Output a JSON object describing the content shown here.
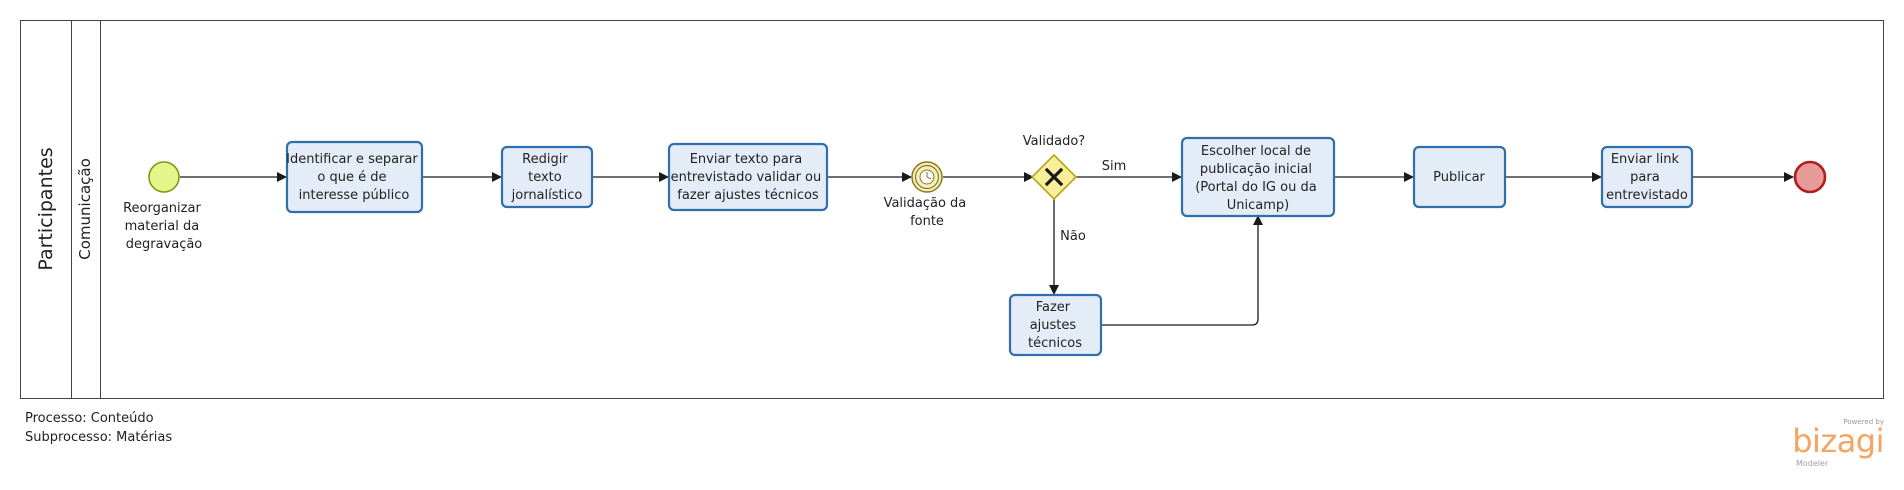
{
  "pool": {
    "label": "Participantes"
  },
  "lane": {
    "label": "Comunicação"
  },
  "start_event": {
    "label_lines": [
      "Reorganizar",
      "material da",
      "degravação"
    ]
  },
  "tasks": [
    {
      "id": "t1",
      "lines": [
        "Identificar e separar",
        "o que é de",
        "interesse público"
      ]
    },
    {
      "id": "t2",
      "lines": [
        "Redigir",
        "texto",
        "jornalístico"
      ]
    },
    {
      "id": "t3",
      "lines": [
        "Enviar texto para",
        "entrevistado validar ou",
        "fazer ajustes técnicos"
      ]
    },
    {
      "id": "t4",
      "lines": [
        "Escolher local de",
        "publicação inicial",
        "(Portal do IG ou da",
        "Unicamp)"
      ]
    },
    {
      "id": "t5",
      "lines": [
        "Publicar"
      ]
    },
    {
      "id": "t6",
      "lines": [
        "Enviar link",
        "para",
        "entrevistado"
      ]
    },
    {
      "id": "t7",
      "lines": [
        "Fazer",
        "ajustes",
        "técnicos"
      ]
    }
  ],
  "intermediate_event": {
    "label_lines": [
      "Validação da",
      "fonte"
    ]
  },
  "gateway": {
    "label": "Validado?",
    "yes_label": "Sim",
    "no_label": "Não"
  },
  "footer": {
    "process": "Processo: Conteúdo",
    "subprocess": "Subprocesso: Matérias"
  },
  "logo": {
    "powered": "Powered by",
    "brand": "bizagi",
    "modeler": "Modeler"
  },
  "colors": {
    "task_fill": "#e4ecf7",
    "task_stroke": "#2e6fac",
    "start_fill": "#e5f58c",
    "start_stroke": "#7a9a10",
    "end_fill": "#e79a9a",
    "end_stroke": "#b01e1e",
    "gateway_fill": "#f8ef9a",
    "gateway_stroke": "#b9a51a",
    "logo": "#f3a562"
  }
}
